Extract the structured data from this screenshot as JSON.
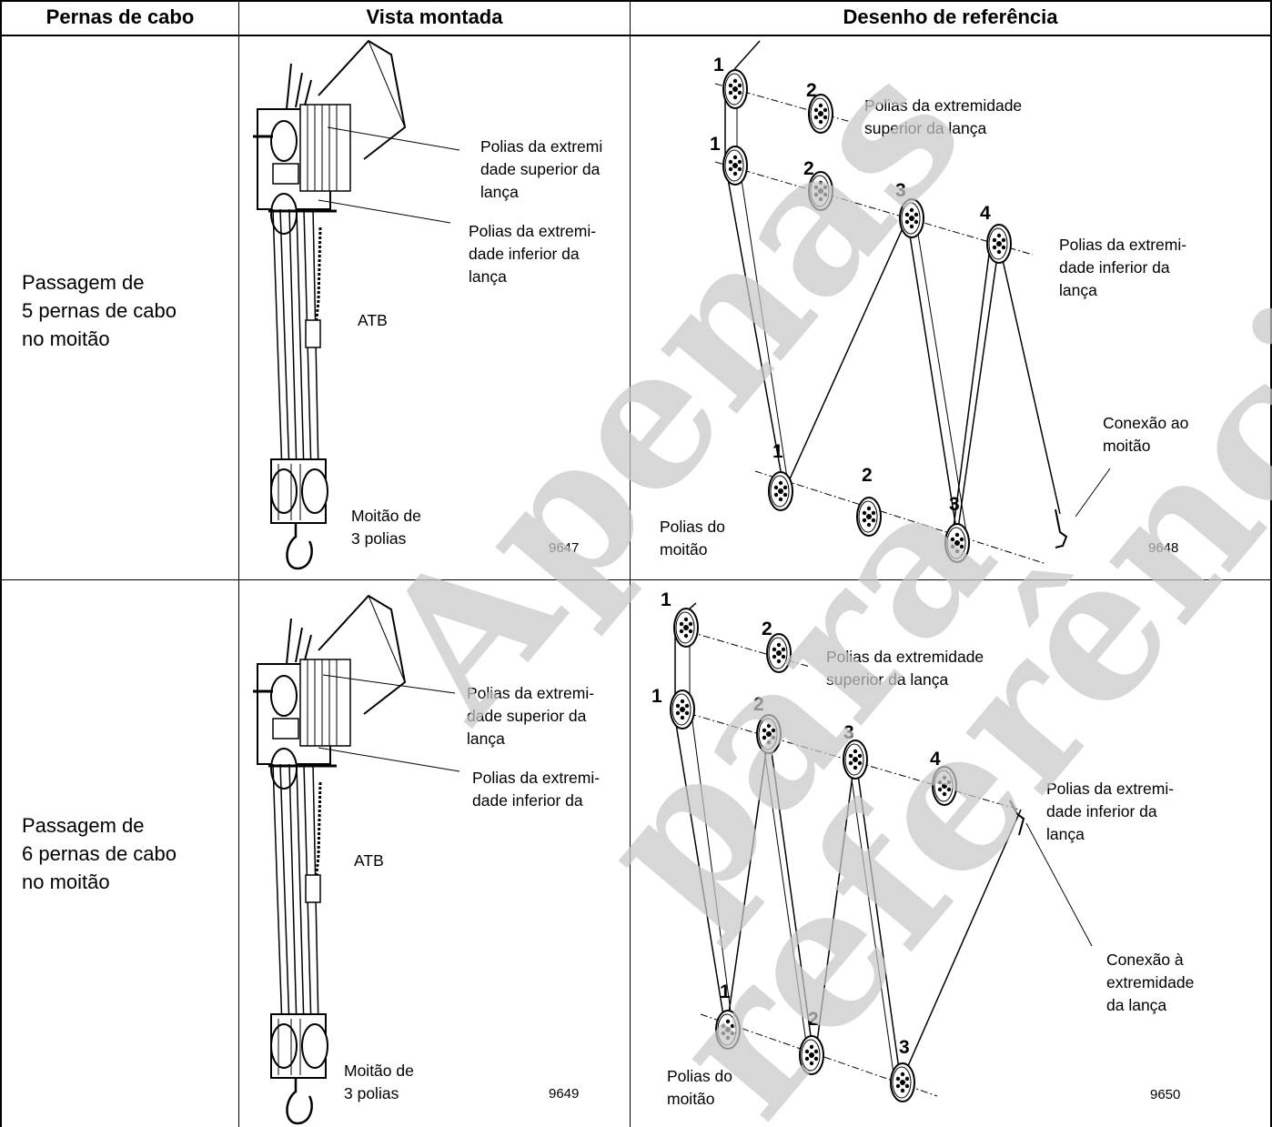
{
  "table": {
    "headers": [
      "Pernas de cabo",
      "Vista montada",
      "Desenho de referência"
    ]
  },
  "rows": [
    {
      "category": "Passagem de\n5 pernas de cabo\nno moitão",
      "assembled": {
        "upper_label": "Polias da extremi\ndade superior da\nlança",
        "lower_label": "Polias da extremi-\ndade inferior da\nlança",
        "atb": "ATB",
        "block": "Moitão de\n3 polias",
        "fig_no": "9647"
      },
      "reference": {
        "upper_label": "Polias da extremidade\nsuperior da lança",
        "lower_label": "Polias da extremi-\ndade inferior da\nlança",
        "connection": "Conexão ao\nmoitão",
        "block_label": "Polias do\nmoitão",
        "fig_no": "9648",
        "upper_nums": [
          "1",
          "2"
        ],
        "lower_nums": [
          "1",
          "2",
          "3",
          "4"
        ],
        "block_nums": [
          "1",
          "2",
          "3"
        ]
      }
    },
    {
      "category": "Passagem de\n6 pernas de cabo\nno moitão",
      "assembled": {
        "upper_label": "Polias da extremi-\ndade superior da\nlança",
        "lower_label": "Polias da extremi-\ndade inferior da",
        "atb": "ATB",
        "block": "Moitão de\n3 polias",
        "fig_no": "9649"
      },
      "reference": {
        "upper_label": "Polias da extremidade\nsuperior da lança",
        "lower_label": "Polias da extremi-\ndade inferior da\nlança",
        "connection": "Conexão à\nextremidade\nda lança",
        "block_label": "Polias do\nmoitão",
        "fig_no": "9650",
        "upper_nums": [
          "1",
          "2"
        ],
        "lower_nums": [
          "1",
          "2",
          "3",
          "4"
        ],
        "block_nums": [
          "1",
          "2",
          "3"
        ]
      }
    }
  ],
  "watermark": "Apenas para referência"
}
